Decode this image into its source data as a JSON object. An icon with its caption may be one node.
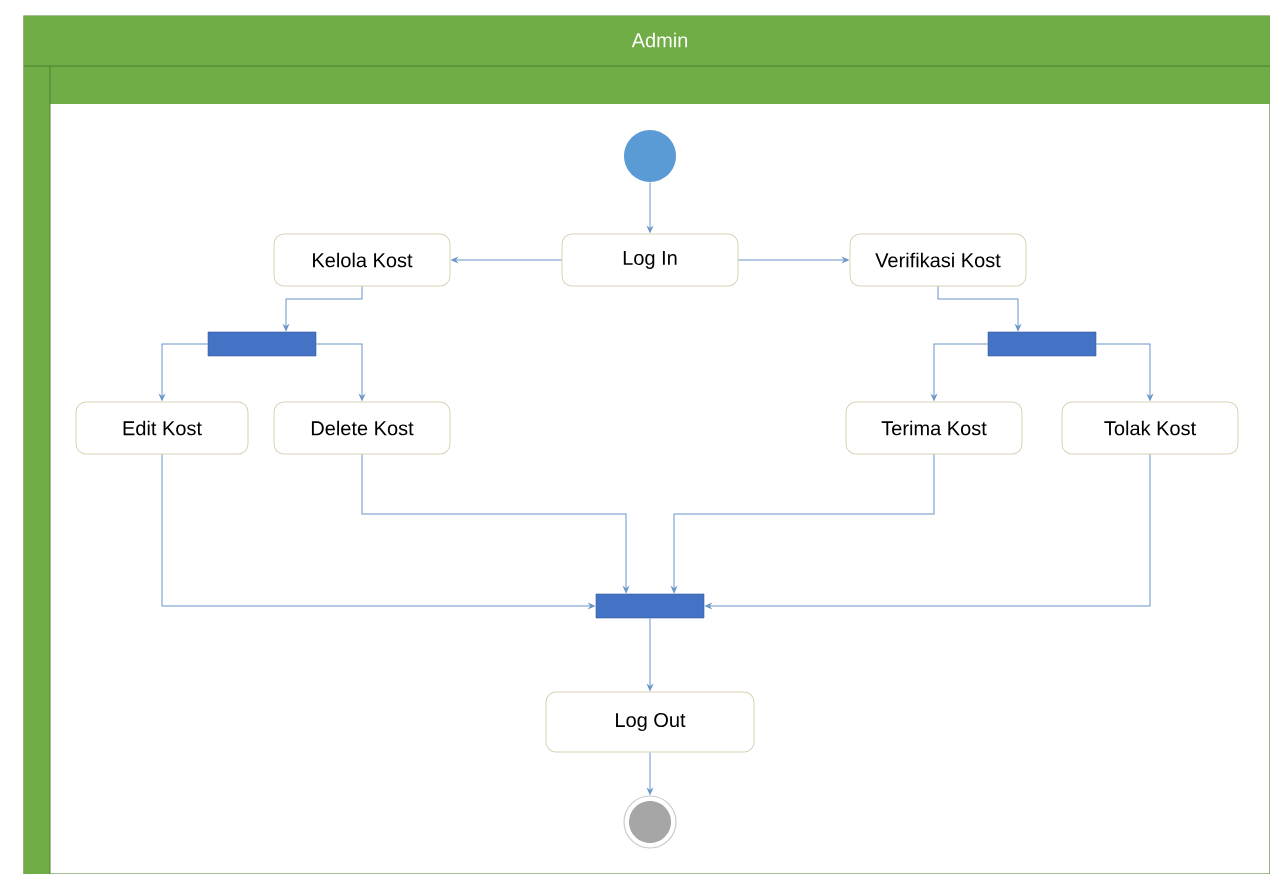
{
  "diagram": {
    "nodes": [
      {
        "text": [
          "Admin"
        ]
      },
      {
        "text": [],
        "shape": "circle",
        "in": 0
      },
      {
        "text": [
          "Log In"
        ],
        "in": 0
      },
      {
        "text": [
          "Kelola Kost"
        ],
        "in": 0
      },
      {
        "text": [
          "Verifikasi Kost"
        ],
        "in": 0
      },
      {
        "text": [],
        "shape": "bar",
        "in": 0
      },
      {
        "text": [],
        "shape": "bar",
        "in": 0
      },
      {
        "text": [
          "Edit Kost"
        ],
        "in": 0
      },
      {
        "text": [
          "Delete Kost"
        ],
        "in": 0
      },
      {
        "text": [
          "Terima Kost"
        ],
        "in": 0
      },
      {
        "text": [
          "Tolak Kost"
        ],
        "in": 0
      },
      {
        "text": [],
        "shape": "bar",
        "in": 0
      },
      {
        "text": [
          "Log Out"
        ],
        "in": 0
      },
      {
        "text": [],
        "shape": "end-circle",
        "in": 0
      }
    ],
    "edges": [
      {
        "from": 1,
        "to": 2,
        "arrow": "to"
      },
      {
        "from": 2,
        "to": 3,
        "arrow": "to"
      },
      {
        "from": 2,
        "to": 4,
        "arrow": "to"
      },
      {
        "from": 3,
        "to": 5,
        "arrow": "to"
      },
      {
        "from": 4,
        "to": 6,
        "arrow": "to"
      },
      {
        "from": 5,
        "to": 7,
        "arrow": "to"
      },
      {
        "from": 5,
        "to": 8,
        "arrow": "to"
      },
      {
        "from": 6,
        "to": 9,
        "arrow": "to"
      },
      {
        "from": 6,
        "to": 10,
        "arrow": "to"
      },
      {
        "from": 7,
        "to": 11,
        "arrow": "to"
      },
      {
        "from": 8,
        "to": 11,
        "arrow": "to"
      },
      {
        "from": 9,
        "to": 11,
        "arrow": "to"
      },
      {
        "from": 10,
        "to": 11,
        "arrow": "to"
      },
      {
        "from": 11,
        "to": 12,
        "arrow": "to"
      },
      {
        "from": 12,
        "to": 13,
        "arrow": "to"
      }
    ]
  }
}
